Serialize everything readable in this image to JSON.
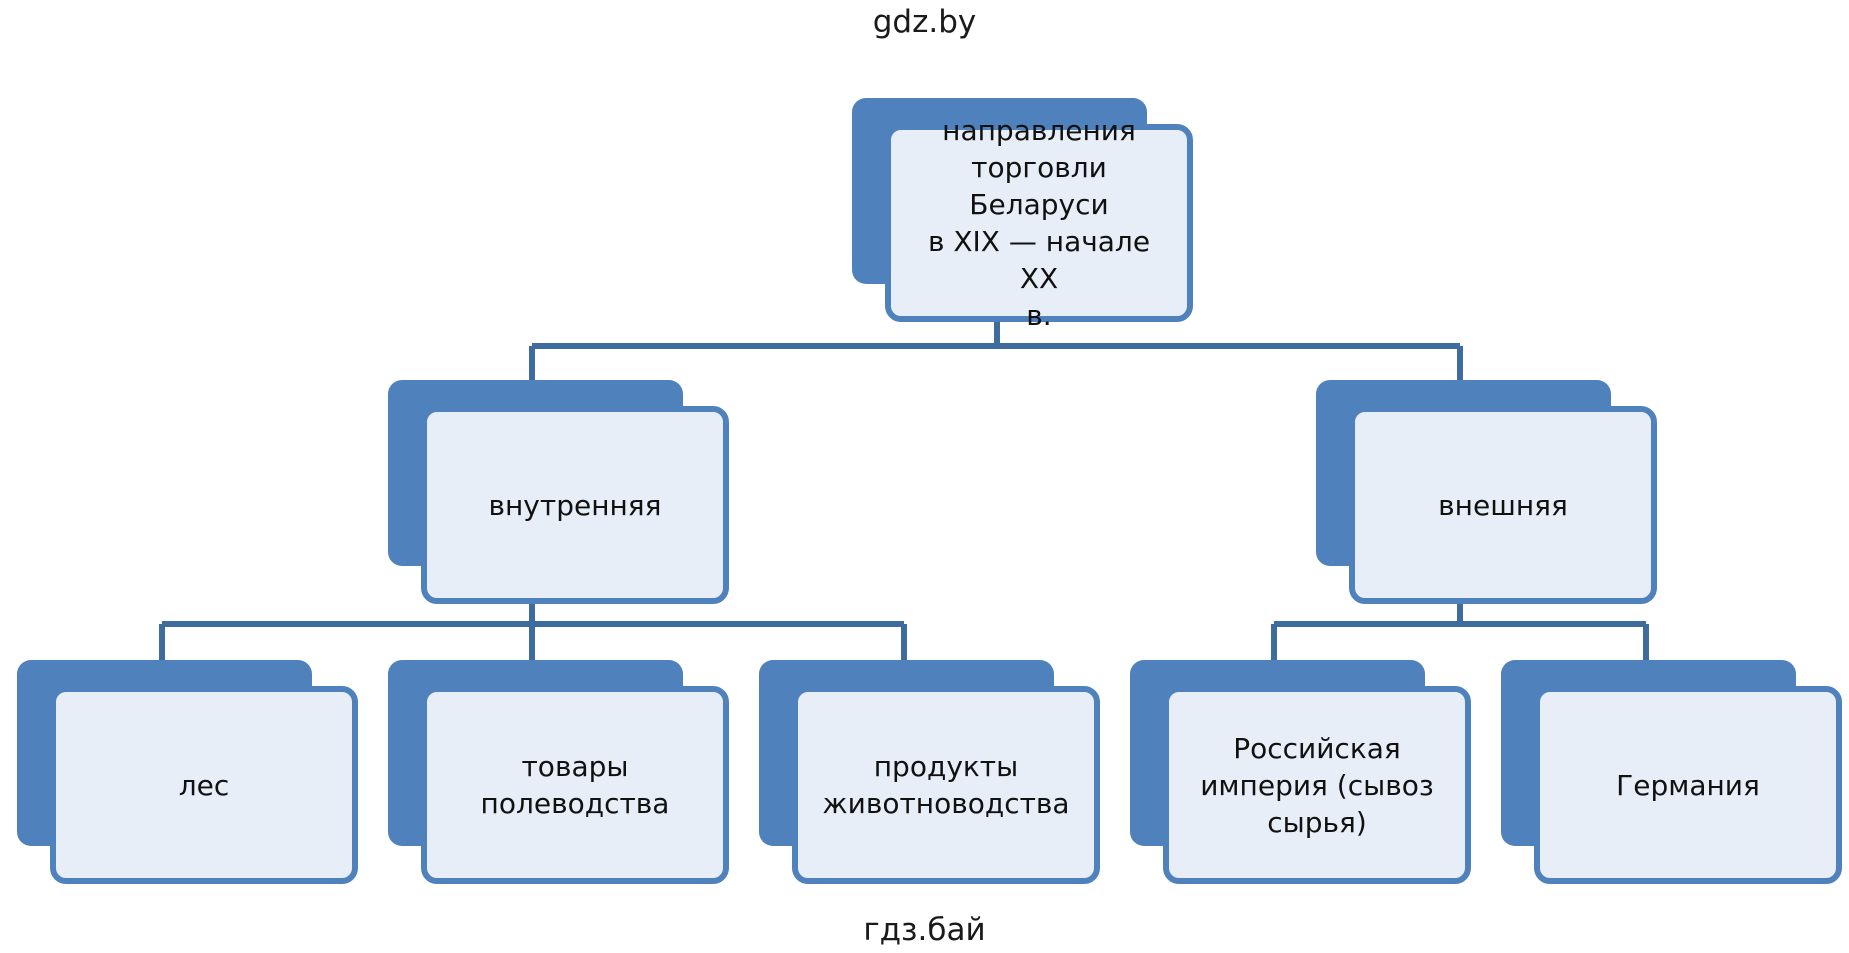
{
  "watermark_top": "gdz.by",
  "watermark_bottom": "гдз.бай",
  "colors": {
    "back_fill": "#4f81bd",
    "front_fill": "#e8eef8",
    "front_border": "#4f81bd",
    "line": "#3f6c9e"
  },
  "nodes": {
    "root": "направления\nторговли Беларуси\nв XIX — начале XX\nв.",
    "internal": "внутренняя",
    "external": "внешняя",
    "forest": "лес",
    "crops": "товары\nполеводства",
    "livestock": "продукты\nживотноводства",
    "russia": "Российская\nимперия (сывоз\nсырья)",
    "germany": "Германия"
  }
}
